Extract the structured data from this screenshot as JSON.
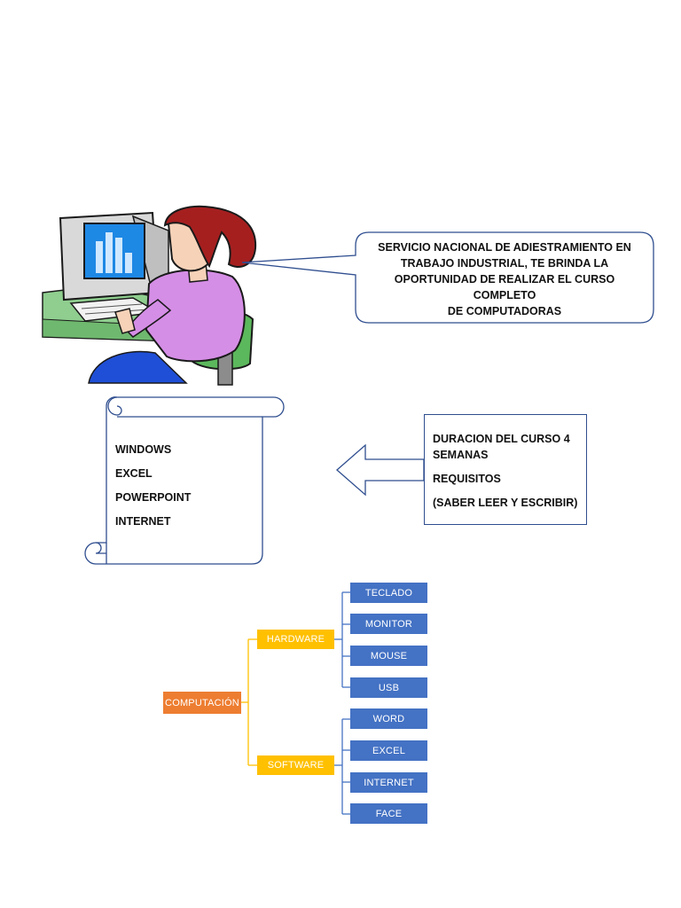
{
  "speech_bubble": {
    "lines": [
      "SERVICIO NACIONAL DE ADIESTRAMIENTO EN",
      "TRABAJO INDUSTRIAL, TE BRINDA LA",
      "OPORTUNIDAD DE REALIZAR EL CURSO COMPLETO",
      "DE COMPUTADORAS"
    ]
  },
  "scroll_list": {
    "items": [
      "WINDOWS",
      "EXCEL",
      "POWERPOINT",
      "INTERNET"
    ]
  },
  "info_box": {
    "line1": "DURACION DEL CURSO 4",
    "line2": "SEMANAS",
    "line3": "REQUISITOS",
    "line4": "(SABER LEER Y ESCRIBIR)"
  },
  "mind_map": {
    "root": "COMPUTACIÓN",
    "branches": [
      {
        "label": "HARDWARE",
        "children": [
          "TECLADO",
          "MONITOR",
          "MOUSE",
          "USB"
        ]
      },
      {
        "label": "SOFTWARE",
        "children": [
          "WORD",
          "EXCEL",
          "INTERNET",
          "FACE"
        ]
      }
    ]
  },
  "colors": {
    "root": "#ed7d31",
    "branch": "#ffc000",
    "leaf": "#4472c4",
    "outline": "#2f4e8f"
  }
}
